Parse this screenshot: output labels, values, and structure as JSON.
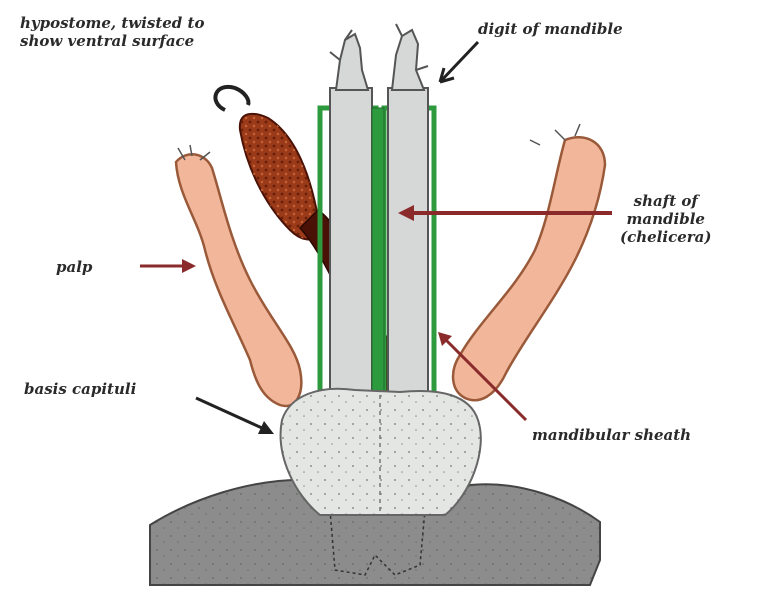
{
  "labels": {
    "hypostome": "hypostome, twisted to\nshow ventral surface",
    "digit": "digit of mandible",
    "shaft": "shaft of\nmandible\n(chelicera)",
    "palp": "palp",
    "basis": "basis capituli",
    "sheath": "mandibular sheath"
  },
  "colors": {
    "palp_fill": "#f2b79b",
    "palp_outline": "#9a5a3a",
    "hypostome_fill": "#9b3a18",
    "shaft_fill": "#d6d8d8",
    "sheath_green": "#2e9a3e",
    "dark_brown": "#4a1206",
    "basis_fill": "#e4e6e4",
    "skin_fill": "#8c8c8c",
    "arrow_red": "#8a2a2a"
  }
}
